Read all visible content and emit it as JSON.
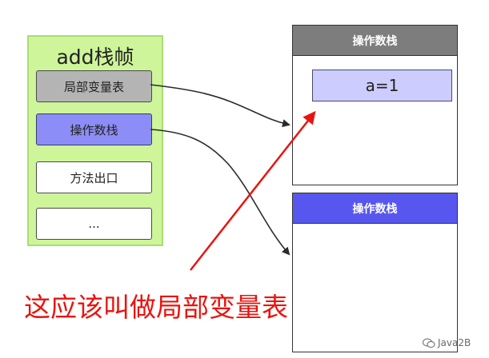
{
  "frame": {
    "title": "add栈帧",
    "slots": [
      {
        "label": "局部变量表"
      },
      {
        "label": "操作数栈"
      },
      {
        "label": "方法出口"
      },
      {
        "label": "..."
      }
    ]
  },
  "stacks": [
    {
      "title": "操作数栈",
      "value": "a=1"
    },
    {
      "title": "操作数栈"
    }
  ],
  "annotation": {
    "text": "这应该叫做局部变量表"
  },
  "watermark": {
    "text": "Java2B"
  },
  "colors": {
    "frame_bg": "#cef59a",
    "slot_gray": "#b4b4b4",
    "slot_blue": "#8d8df7",
    "head_gray": "#7d7d7d",
    "head_blue": "#5757f0",
    "value_box": "#ccccff",
    "annotation": "#e8140f"
  }
}
